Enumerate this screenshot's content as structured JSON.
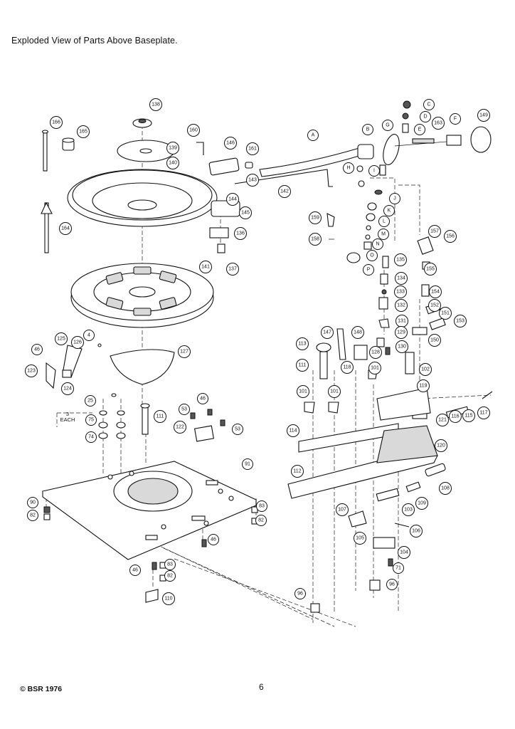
{
  "document": {
    "title": "Exploded View of Parts Above Baseplate.",
    "copyright": "© BSR 1976",
    "page_number": "6",
    "each_label": "3\nEACH"
  },
  "callouts": [
    "138",
    "139",
    "140",
    "141",
    "166",
    "165",
    "164",
    "160",
    "146",
    "161",
    "143",
    "142",
    "144",
    "145",
    "136",
    "137",
    "A",
    "B",
    "C",
    "D",
    "E",
    "F",
    "G",
    "149",
    "163",
    "H",
    "I",
    "J",
    "K",
    "L",
    "M",
    "N",
    "O",
    "P",
    "159",
    "158",
    "157",
    "156",
    "155",
    "135",
    "134",
    "133",
    "132",
    "131",
    "154",
    "152",
    "151",
    "153",
    "150",
    "147",
    "148",
    "113",
    "111",
    "118",
    "101",
    "129",
    "128",
    "130",
    "102",
    "119",
    "116",
    "115",
    "117",
    "121",
    "114",
    "112",
    "120",
    "108",
    "109",
    "103",
    "107",
    "105",
    "106",
    "104",
    "71",
    "96",
    "91",
    "83",
    "82",
    "90",
    "46",
    "53",
    "122",
    "125",
    "126",
    "4",
    "127",
    "123",
    "124",
    "25",
    "75",
    "74",
    "110"
  ]
}
